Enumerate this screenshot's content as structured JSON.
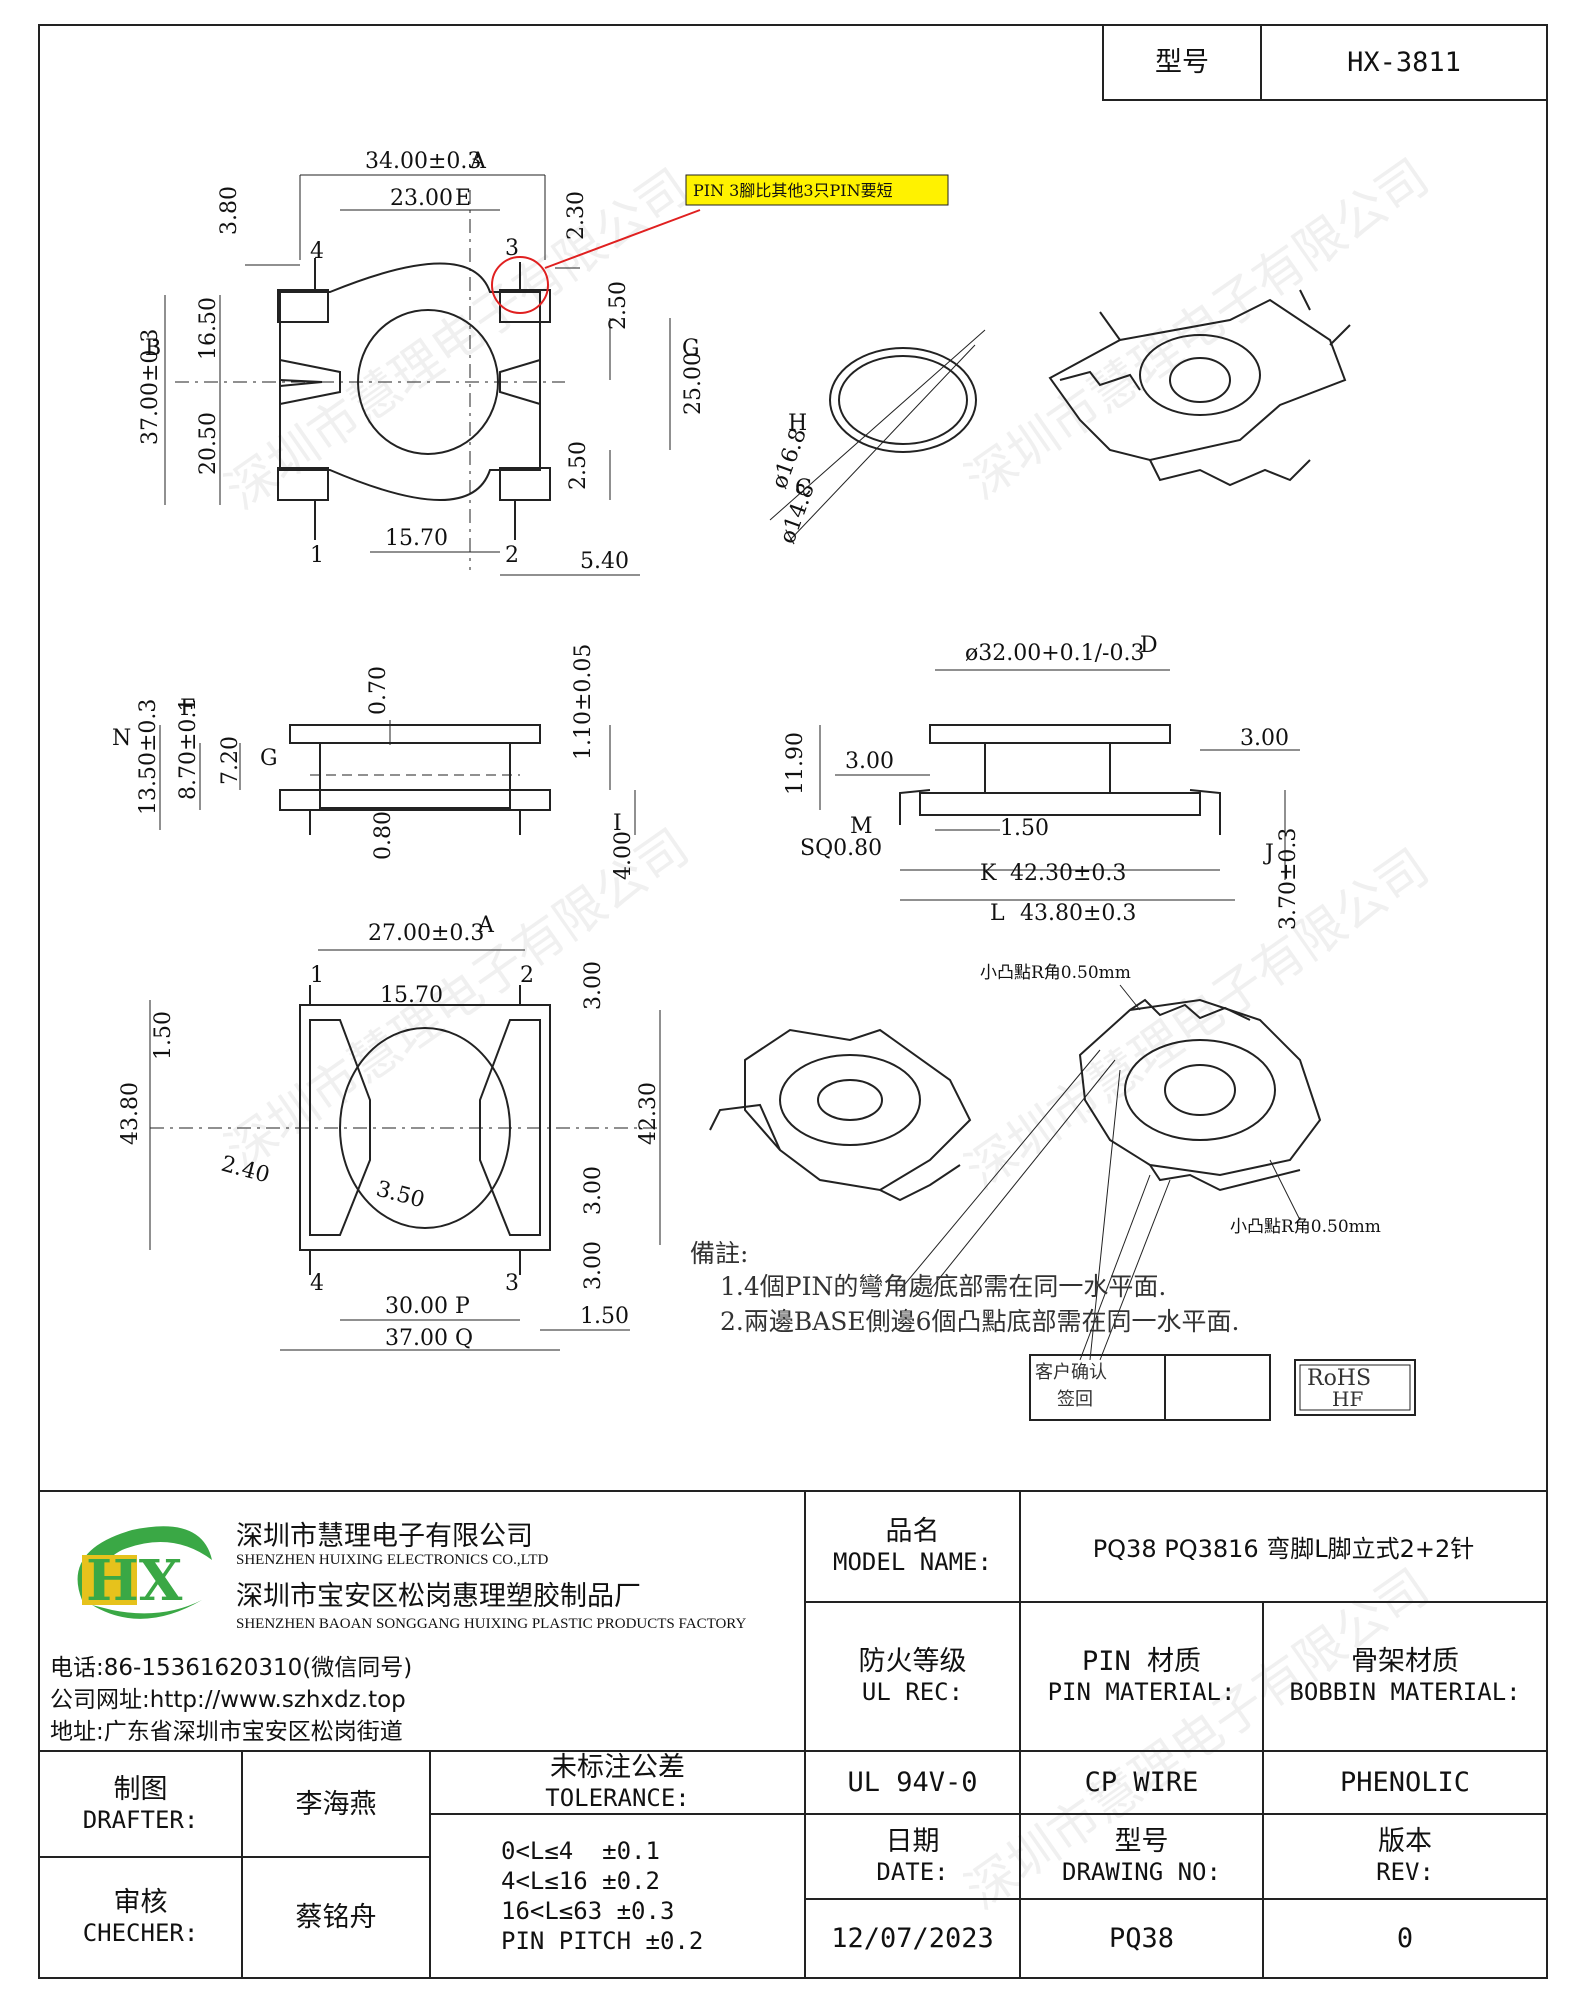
{
  "header": {
    "model_label": "型号",
    "model_value": "HX-3811"
  },
  "note_box": "PIN 3腳比其他3只PIN要短",
  "dims": {
    "d34": "34.00±0.3",
    "circA": "A",
    "d23": "23.00",
    "circE": "E",
    "d380": "3.80",
    "d230": "2.30",
    "d250a": "2.50",
    "d250b": "2.50",
    "d1650": "16.50",
    "d2050": "20.50",
    "d37": "37.00±0.3",
    "circB": "B",
    "d25": "25.00",
    "circG": "G",
    "d1570a": "15.70",
    "d540": "5.40",
    "pin1": "1",
    "pin2": "2",
    "pin3": "3",
    "pin4": "4",
    "phi168": "ø16.8",
    "circH": "H",
    "phi148": "ø14.8",
    "circC": "C",
    "phi32": "ø32.00+0.1/-0.3",
    "circD": "D",
    "d070": "0.70",
    "d110": "1.10±0.05",
    "d080": "0.80",
    "d400": "4.00",
    "circI": "I",
    "d1350": "13.50±0.3",
    "circN": "N",
    "d870": "8.70±0.1",
    "circF": "F",
    "d720": "7.20",
    "circG2": "G",
    "d1190": "11.90",
    "d300a": "3.00",
    "d300b": "3.00",
    "d150a": "1.50",
    "sq": "SQ0.80",
    "circM": "M",
    "d4230": "42.30±0.3",
    "circK": "K",
    "d4380": "43.80±0.3",
    "circL": "L",
    "d370": "3.70±0.3",
    "circJ": "J",
    "d27": "27.00±0.3",
    "d1570b": "15.70",
    "d150b": "1.50",
    "d300c": "3.00",
    "d4380b": "43.80",
    "d4230b": "42.30",
    "d240": "2.40",
    "d350": "3.50",
    "d300d": "3.00",
    "d300e": "3.00",
    "d30": "30.00",
    "circP": "P",
    "d3700": "37.00",
    "circQ": "Q",
    "d150c": "1.50",
    "bump_top": "小凸點R角0.50mm",
    "bump_bot": "小凸點R角0.50mm"
  },
  "remarks": {
    "title": "備註:",
    "line1": "1.4個PIN的彎角處底部需在同一水平面.",
    "line2": "2.兩邊BASE側邊6個凸點底部需在同一水平面."
  },
  "confirm": {
    "line1": "客户确认",
    "line2": "签回"
  },
  "rohs": {
    "line1": "RoHS",
    "line2": "HF"
  },
  "company": {
    "name_cn": "深圳市慧理电子有限公司",
    "name_en": "SHENZHEN HUIXING ELECTRONICS CO.,LTD",
    "factory_cn": "深圳市宝安区松岗惠理塑胶制品厂",
    "factory_en": "SHENZHEN BAOAN SONGGANG HUIXING PLASTIC PRODUCTS FACTORY",
    "phone": "电话:86-15361620310(微信同号)",
    "website": "公司网址:http://www.szhxdz.top",
    "address": "地址:广东省深圳市宝安区松岗街道",
    "logo_letters": "HX",
    "logo_green": "#3aa845",
    "logo_yellow": "#e6c21c"
  },
  "titleblock": {
    "model_name_cn": "品名",
    "model_name_en": "MODEL NAME:",
    "model_name_value": "PQ38 PQ3816 弯脚L脚立式2+2针",
    "ul_cn": "防火等级",
    "ul_en": "UL REC:",
    "pin_cn": "PIN 材质",
    "pin_en": "PIN MATERIAL:",
    "bobbin_cn": "骨架材质",
    "bobbin_en": "BOBBIN MATERIAL:",
    "ul_value": "UL 94V-0",
    "pin_value": "CP WIRE",
    "bobbin_value": "PHENOLIC",
    "drafter_cn": "制图",
    "drafter_en": "DRAFTER:",
    "drafter_value": "李海燕",
    "checker_cn": "审核",
    "checker_en": "CHECHER:",
    "checker_value": "蔡铭舟",
    "tol_cn": "未标注公差",
    "tol_en": "TOLERANCE:",
    "tol1": "0<L≤4  ±0.1",
    "tol2": "4<L≤16 ±0.2",
    "tol3": "16<L≤63 ±0.3",
    "tol4": "PIN PITCH ±0.2",
    "date_cn": "日期",
    "date_en": "DATE:",
    "date_value": "12/07/2023",
    "dwg_cn": "型号",
    "dwg_en": "DRAWING NO:",
    "dwg_value": "PQ38",
    "rev_cn": "版本",
    "rev_en": "REV:",
    "rev_value": "0"
  },
  "watermark": "深圳市慧理电子有限公司"
}
